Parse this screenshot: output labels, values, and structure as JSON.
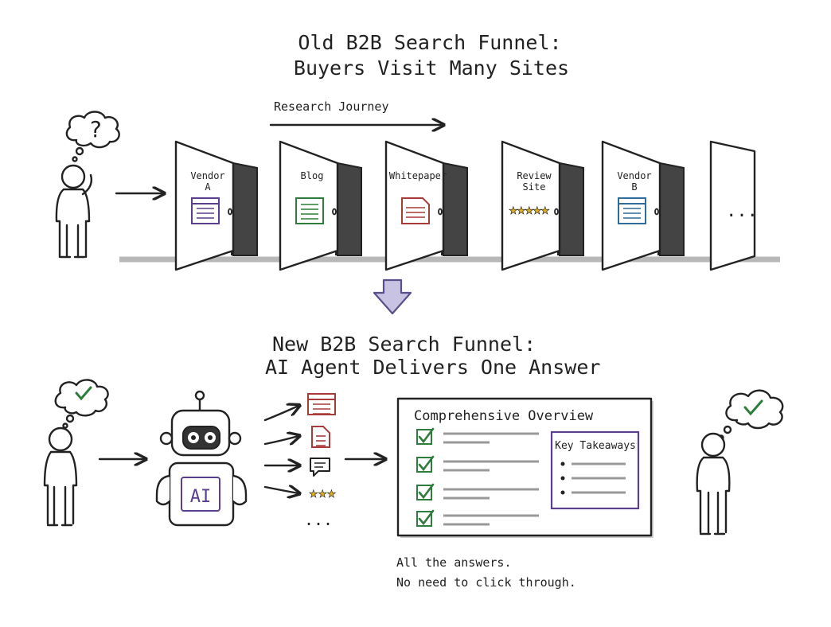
{
  "old_funnel": {
    "title_line1": "Old B2B Search Funnel:",
    "title_line2": "Buyers Visit Many Sites",
    "journey_label": "Research Journey",
    "thought_symbol": "?",
    "doors": [
      {
        "label1": "Vendor",
        "label2": "A",
        "icon": "browser-window-icon",
        "color": "#5a3f8c"
      },
      {
        "label1": "Blog",
        "label2": "",
        "icon": "document-lines-icon",
        "color": "#2e7d3c"
      },
      {
        "label1": "Whitepaper",
        "label2": "",
        "icon": "document-page-icon",
        "color": "#a83a3a"
      },
      {
        "label1": "Review",
        "label2": "Site",
        "icon": "rating-stars-icon",
        "color": "#333333"
      },
      {
        "label1": "Vendor",
        "label2": "B",
        "icon": "browser-window-icon",
        "color": "#2f6c9c"
      }
    ],
    "more": "..."
  },
  "new_funnel": {
    "title_line1": "New B2B Search Funnel:",
    "title_line2": "AI Agent Delivers One Answer",
    "robot_label": "AI",
    "sources": [
      "browser-window-icon",
      "document-page-icon",
      "chat-bubble-icon",
      "rating-stars-icon"
    ],
    "more": "...",
    "panel_title": "Comprehensive Overview",
    "takeaways_title": "Key Takeaways",
    "caption_line1": "All the answers.",
    "caption_line2": "No need to click through."
  },
  "colors": {
    "ink": "#222222",
    "purple": "#5a3f8c",
    "green": "#2e7d3c",
    "red": "#a83a3a",
    "blue": "#2f6c9c",
    "gold": "#e0b020",
    "arrow_fill": "#c9c3e3"
  }
}
